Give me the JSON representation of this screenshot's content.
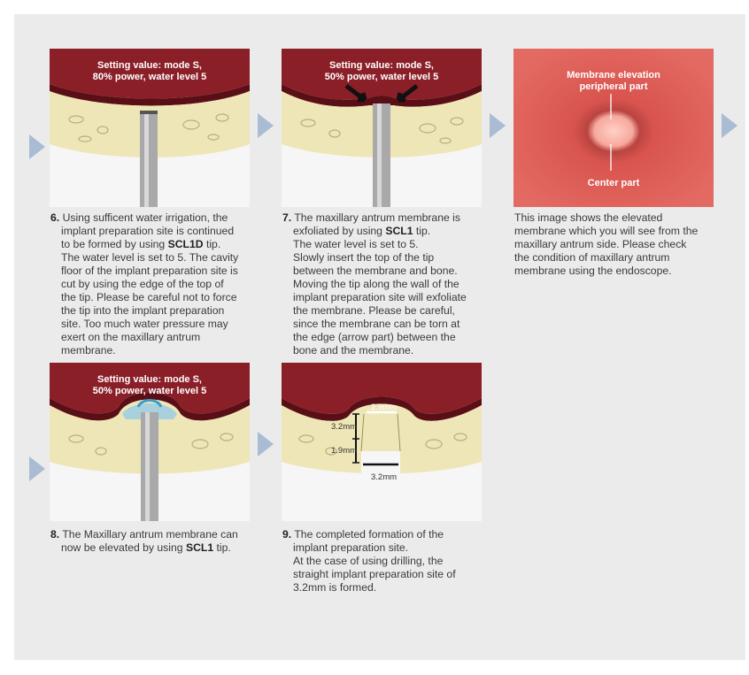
{
  "steps": [
    {
      "number": "6.",
      "setting": [
        "Setting value: mode S,",
        "80% power, water level 5"
      ],
      "lines": [
        [
          "Using sufficent water irrigation, the"
        ],
        [
          "implant preparation site is continued"
        ],
        [
          "to be formed by using ",
          {
            "b": "SCL1D"
          },
          " tip."
        ],
        [
          "The water level is set to 5. The cavity"
        ],
        [
          "floor of the implant preparation site is"
        ],
        [
          "cut by using the edge of the top of"
        ],
        [
          "the tip. Please be careful not to force"
        ],
        [
          "the tip into the implant preparation"
        ],
        [
          "site. Too much water pressure may"
        ],
        [
          "exert on the maxillary antrum"
        ],
        [
          "membrane."
        ]
      ]
    },
    {
      "number": "7.",
      "setting": [
        "Setting value: mode S,",
        "50% power, water level 5"
      ],
      "lines": [
        [
          "The maxillary antrum membrane is"
        ],
        [
          "exfoliated by using ",
          {
            "b": "SCL1"
          },
          " tip."
        ],
        [
          "The water level is set to 5."
        ],
        [
          "Slowly insert the top of the tip"
        ],
        [
          "between the membrane and bone."
        ],
        [
          "Moving the tip along the wall of the"
        ],
        [
          "implant preparation site will exfoliate"
        ],
        [
          "the membrane. Please be careful,"
        ],
        [
          "since the membrane can be torn at"
        ],
        [
          "the edge (arrow part) between the"
        ],
        [
          "bone and the membrane."
        ]
      ]
    },
    {
      "labels": [
        "Membrane elevation",
        "peripheral part",
        "Center part"
      ],
      "lines": [
        [
          "This image shows the elevated"
        ],
        [
          "membrane which you will see from the"
        ],
        [
          "maxillary antrum side. Please check"
        ],
        [
          "the condition of maxillary antrum"
        ],
        [
          "membrane using the endoscope."
        ]
      ]
    },
    {
      "number": "8.",
      "setting": [
        "Setting value: mode S,",
        "50% power, water level 5"
      ],
      "lines": [
        [
          "The Maxillary antrum membrane can"
        ],
        [
          "now be elevated by using ",
          {
            "b": "SCL1"
          },
          " tip."
        ]
      ]
    },
    {
      "number": "9.",
      "dims": [
        "2.9mm",
        "3.2mm",
        "1.9mm",
        "3.2mm"
      ],
      "lines": [
        [
          "The completed formation of the"
        ],
        [
          "implant preparation site."
        ],
        [
          "At the case of using drilling, the"
        ],
        [
          "straight implant preparation site of"
        ],
        [
          "3.2mm is formed."
        ]
      ]
    }
  ],
  "colors": {
    "panel": "#ebebeb",
    "arrow": "#a9bcd3",
    "membrane": "#8b1f28",
    "bone": "#efe6b8",
    "endoscope": "#e2635e"
  }
}
